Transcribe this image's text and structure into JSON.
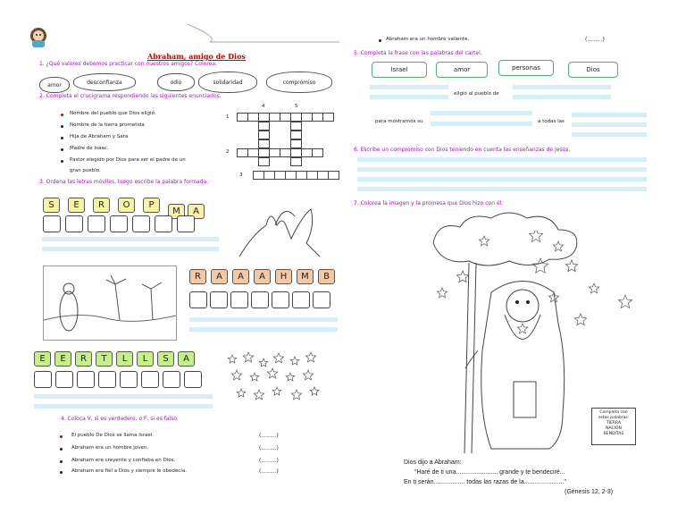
{
  "left": {
    "title": "Abraham, amigo de Dios",
    "q1": "1.  ¿Qué valores debemos practicar con nuestros amigos? Colorea.",
    "q1_words": [
      "amor",
      "desconfianza",
      "odio",
      "solidaridad",
      "compromiso"
    ],
    "q2": "2.  Completa el crucigrama respondiendo las siguientes enunciados.",
    "q2_items": [
      "Nombre del pueblo que Dios eligió.",
      "Nombre de la tierra prometida",
      "Hija de Abraham y Sara",
      "Madre de Isaac.",
      "Pastor elegido por Dios para ser el padre de un"
    ],
    "q2_item_cont": "gran pueblo.",
    "crossword_nums": [
      "4",
      "5",
      "1",
      "2",
      "3"
    ],
    "q3": "3.  Ordena las letras móviles, luego escribe la palabra formada.",
    "tiles1": [
      "S",
      "E",
      "R",
      "O",
      "P",
      "M",
      "A"
    ],
    "tiles2": [
      "R",
      "A",
      "A",
      "A",
      "H",
      "M",
      "B"
    ],
    "tiles3": [
      "E",
      "E",
      "R",
      "T",
      "L",
      "L",
      "S",
      "A"
    ],
    "q4": "4.  Coloca V, si es verdadero, o F, si es falso.",
    "q4_items": [
      "El pueblo De Dios se llama Israel.",
      "Abraham era un hombre joven.",
      "Abraham era creyente y confiaba en Dios.",
      "Abraham era fiel a Dios y siempre le obedecía."
    ],
    "paren": "(.........)"
  },
  "right": {
    "top_item": "Abraham era un hombre valiente.",
    "top_paren": "(.........)",
    "q5": "5.  Completa la frase con las palabras del cartel.",
    "words": [
      "Israel",
      "amor",
      "personas",
      "Dios"
    ],
    "phrase1": "eligió al pueblo de",
    "phrase2": "para mostrarnos su",
    "phrase3": "a todas las",
    "q6": "6.  Escribe un compromiso con Dios teniendo en cuenta las enseñanzas de Jesús.",
    "q7": "7.  Colorea la imagen y la promesa que Dios hizo con él.",
    "box_text": [
      "Completa con",
      "estas palabras:",
      "TIERRA",
      "NACIÓN",
      "BENDITAS"
    ],
    "quote1": "Dios dijo a Abraham:",
    "quote2": "\"Haré de ti una........................ grande y te bendeciré...",
    "quote3": "En ti serán.................. todas las razas de la.......................\"",
    "quote4": "(Génesis 12, 2-3)"
  },
  "colors": {
    "question": "#9b1fb0",
    "title": "#c00000",
    "tile_yellow": "#f7f2a4",
    "tile_orange": "#f3c9a6",
    "tile_green": "#c6ef8c",
    "lines": "#d6eef5"
  }
}
